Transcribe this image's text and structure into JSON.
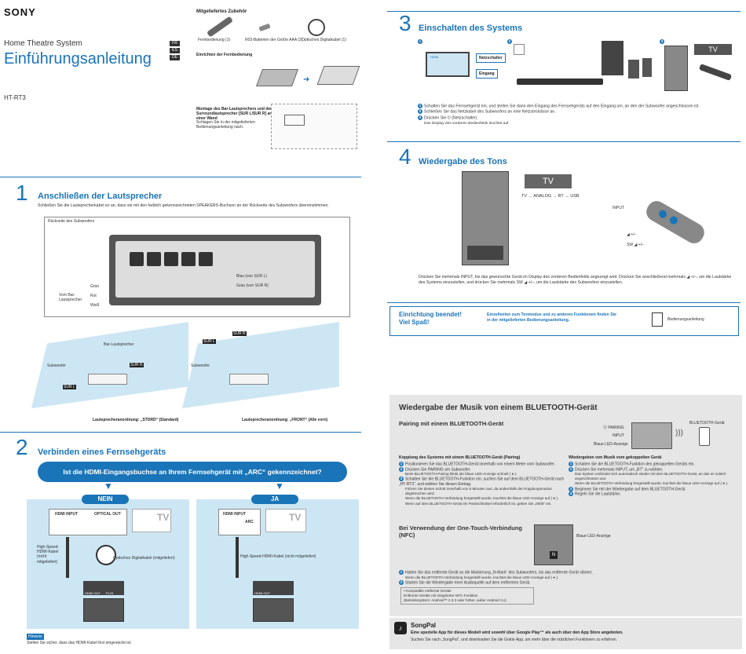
{
  "brand": "SONY",
  "header": {
    "product_type": "Home Theatre System",
    "title": "Einführungsanleitung",
    "model": "HT-RT3",
    "langs": [
      "FR",
      "ES",
      "DE"
    ]
  },
  "supplied": {
    "heading": "Mitgeliefertes Zubehör",
    "items": [
      "Fernbedienung (1)",
      "R03-Batterien der Größe AAA (2)",
      "Optisches Digitalkabel (1)"
    ],
    "remote_setup": "Einrichten der Fernbedienung",
    "mount_heading": "Montage des Bar-Lautsprechers und der Surroundlautsprecher [SUR L/SUR R] an einer Wand",
    "mount_text": "Schlagen Sie in der mitgelieferten Bedienungsanleitung nach."
  },
  "s1": {
    "num": "1",
    "title": "Anschließen der Lautsprecher",
    "intro": "Schließen Sie die Lautsprecherkabel so an, dass sie mit den farblich gekennzeichneten SPEAKERS-Buchsen an der Rückseite des Subwoofers übereinstimmen.",
    "rear_label": "Rückseite des Subwoofers",
    "from_bar": "Vom Bar-Lautsprecher",
    "colors": [
      "Grün",
      "Rot",
      "Weiß"
    ],
    "blue": "Blau (von SUR L)",
    "grey": "Grau (von SUR R)",
    "bar_speaker": "Bar-Lautsprecher",
    "subwoofer": "Subwoofer",
    "sur_l": "SUR L",
    "sur_r": "SUR R",
    "layout_std": "Lautsprecheranordnung: „STDRD“ (Standard)",
    "layout_front": "Lautsprecheranordnung: „FRONT“ (Alle vorn)"
  },
  "s2": {
    "num": "2",
    "title": "Verbinden eines Fernsehgeräts",
    "question": "Ist die HDMI-Eingangsbuchse an Ihrem Fernsehgerät mit „ARC“ gekennzeichnet?",
    "no": "NEIN",
    "yes": "JA",
    "hdmi_input": "HDMI INPUT",
    "optical_out": "OPTICAL OUT",
    "arc": "ARC",
    "tv": "TV",
    "hs_hdmi_not": "High-Speed-HDMI-Kabel (nicht mitgeliefert)",
    "optical_cable": "Optisches Digitalkabel (mitgeliefert)",
    "hdmi_out": "HDMI OUT",
    "tv_in": "TV IN",
    "hint_label": "Hinweis",
    "hint": "Stellen Sie sicher, dass das HDMI-Kabel fest eingesteckt ist."
  },
  "s3": {
    "num": "3",
    "title": "Einschalten des Systems",
    "netz": "Netzschalter",
    "eingang": "Eingang",
    "tv": "TV",
    "steps": [
      "Schalten Sie das Fernsehgerät ein, und stellen Sie dann den Eingang des Fernsehgeräts auf den Eingang um, an den der Subwoofer angeschlossen ist.",
      "Schließen Sie das Netzkabel des Subwoofers an eine Netzsteckdose an.",
      "Drücken Sie ⏻ (Netzschalter)."
    ],
    "step3_sub": "Das Display des vorderen Bedienfelds leuchtet auf."
  },
  "s4": {
    "num": "4",
    "title": "Wiedergabe des Tons",
    "display": "TV",
    "chain": "TV → ANALOG → BT → USB",
    "input": "INPUT",
    "vol": "◢ +/–",
    "sw": "SW ◢ +/–",
    "desc": "Drücken Sie mehrmals INPUT, bis das gewünschte Gerät im Display des vorderen Bedienfelds angezeigt wird. Drücken Sie anschließend mehrmals ◢ +/–, um die Lautstärke des Systems einzustellen, und drücken Sie mehrmals SW ◢ +/–, um die Lautstärke des Subwoofers einzustellen."
  },
  "done": {
    "title": "Einrichtung beendet! Viel Spaß!",
    "text": "Einzelheiten zum Tonmodus und zu anderen Funktionen finden Sie in der mitgelieferten Bedienungsanleitung.",
    "book": "Bedienungsanleitung"
  },
  "bt": {
    "title": "Wiedergabe der Musik von einem BLUETOOTH-Gerät",
    "pairing": "Pairing mit einem BLUETOOTH-Gerät",
    "labels": {
      "pairing": "PAIRING",
      "input": "INPUT",
      "led": "Blaue LED-Anzeige",
      "device": "BLUETOOTH-Gerät"
    },
    "kop_h": "Kopplung des Systems mit einem BLUETOOTH-Gerät (Pairing)",
    "kop": [
      "Positionieren Sie das BLUETOOTH-Gerät innerhalb von einem Meter vom Subwoofer.",
      "Drücken Sie PAIRING am Subwoofer.",
      "Schalten Sie die BLUETOOTH-Funktion ein, suchen Sie auf dem BLUETOOTH-Gerät nach „HT-RT3“, und wählen Sie diesen Eintrag."
    ],
    "kop_sub2": "Beim BLUETOOTH-Pairing blinkt die blaue LED-Anzeige schnell ( ● ).",
    "kop_sub3a": "Führen Sie diesen Schritt innerhalb von 5 Minuten aus, da andernfalls der Kopplungsmodus abgebrochen wird.",
    "kop_sub3b": "Wenn die BLUETOOTH-Verbindung hergestellt wurde, leuchtet die blaue LED-Anzeige auf ( ● ).",
    "kop_sub3c": "Wenn auf dem BLUETOOTH-Gerät ein Passschlüssel erforderlich ist, geben Sie „0000“ ein.",
    "wie_h": "Wiedergeben von Musik vom gekoppelten Gerät",
    "wie": [
      "Schalten Sie die BLUETOOTH-Funktion des gekoppelten Geräts ein.",
      "Drücken Sie mehrmals INPUT, um „BT“ zu wählen.",
      "Beginnen Sie mit der Wiedergabe auf dem BLUETOOTH-Gerät.",
      "Regeln Sie die Lautstärke."
    ],
    "wie_sub2a": "Das System verbindet sich automatisch wieder mit dem BLUETOOTH-Gerät, an das es zuletzt angeschlossen war.",
    "wie_sub2b": "Wenn die BLUETOOTH-Verbindung hergestellt wurde, leuchtet die blaue LED-Anzeige auf ( ● ).",
    "nfc_h": "Bei Verwendung der One-Touch-Verbindung (NFC)",
    "nfc_led": "Blaue LED-Anzeige",
    "nfc": [
      "Halten Sie das entfernte Gerät an die Markierung „N-Mark“ des Subwoofers, bis das entfernte Gerät vibriert.",
      "Starten Sie die Wiedergabe einer Audioquelle auf dem entfernten Gerät."
    ],
    "nfc_sub1": "Wenn die BLUETOOTH-Verbindung hergestellt wurde, leuchtet die blaue LED-Anzeige auf ( ● ).",
    "nfc_compat": "• Kompatible entfernte Geräte",
    "nfc_compat_text": "Entfernte Geräte mit integrierter NFC-Funktion",
    "nfc_compat_os": "(Betriebssystem: Android™ 2.3.3 oder höher, außer Android 3.x)"
  },
  "songpal": {
    "title": "SongPal",
    "text": "Eine spezielle App für dieses Modell wird sowohl über Google Play™ als auch über den App Store angeboten.",
    "sub": "Suchen Sie nach „SongPal“, und downloaden Sie die Gratis-App, um mehr über die nützlichen Funktionen zu erfahren."
  },
  "colors": {
    "accent": "#1a74b8",
    "light": "#cde6f4",
    "gray": "#e6e6e6"
  }
}
